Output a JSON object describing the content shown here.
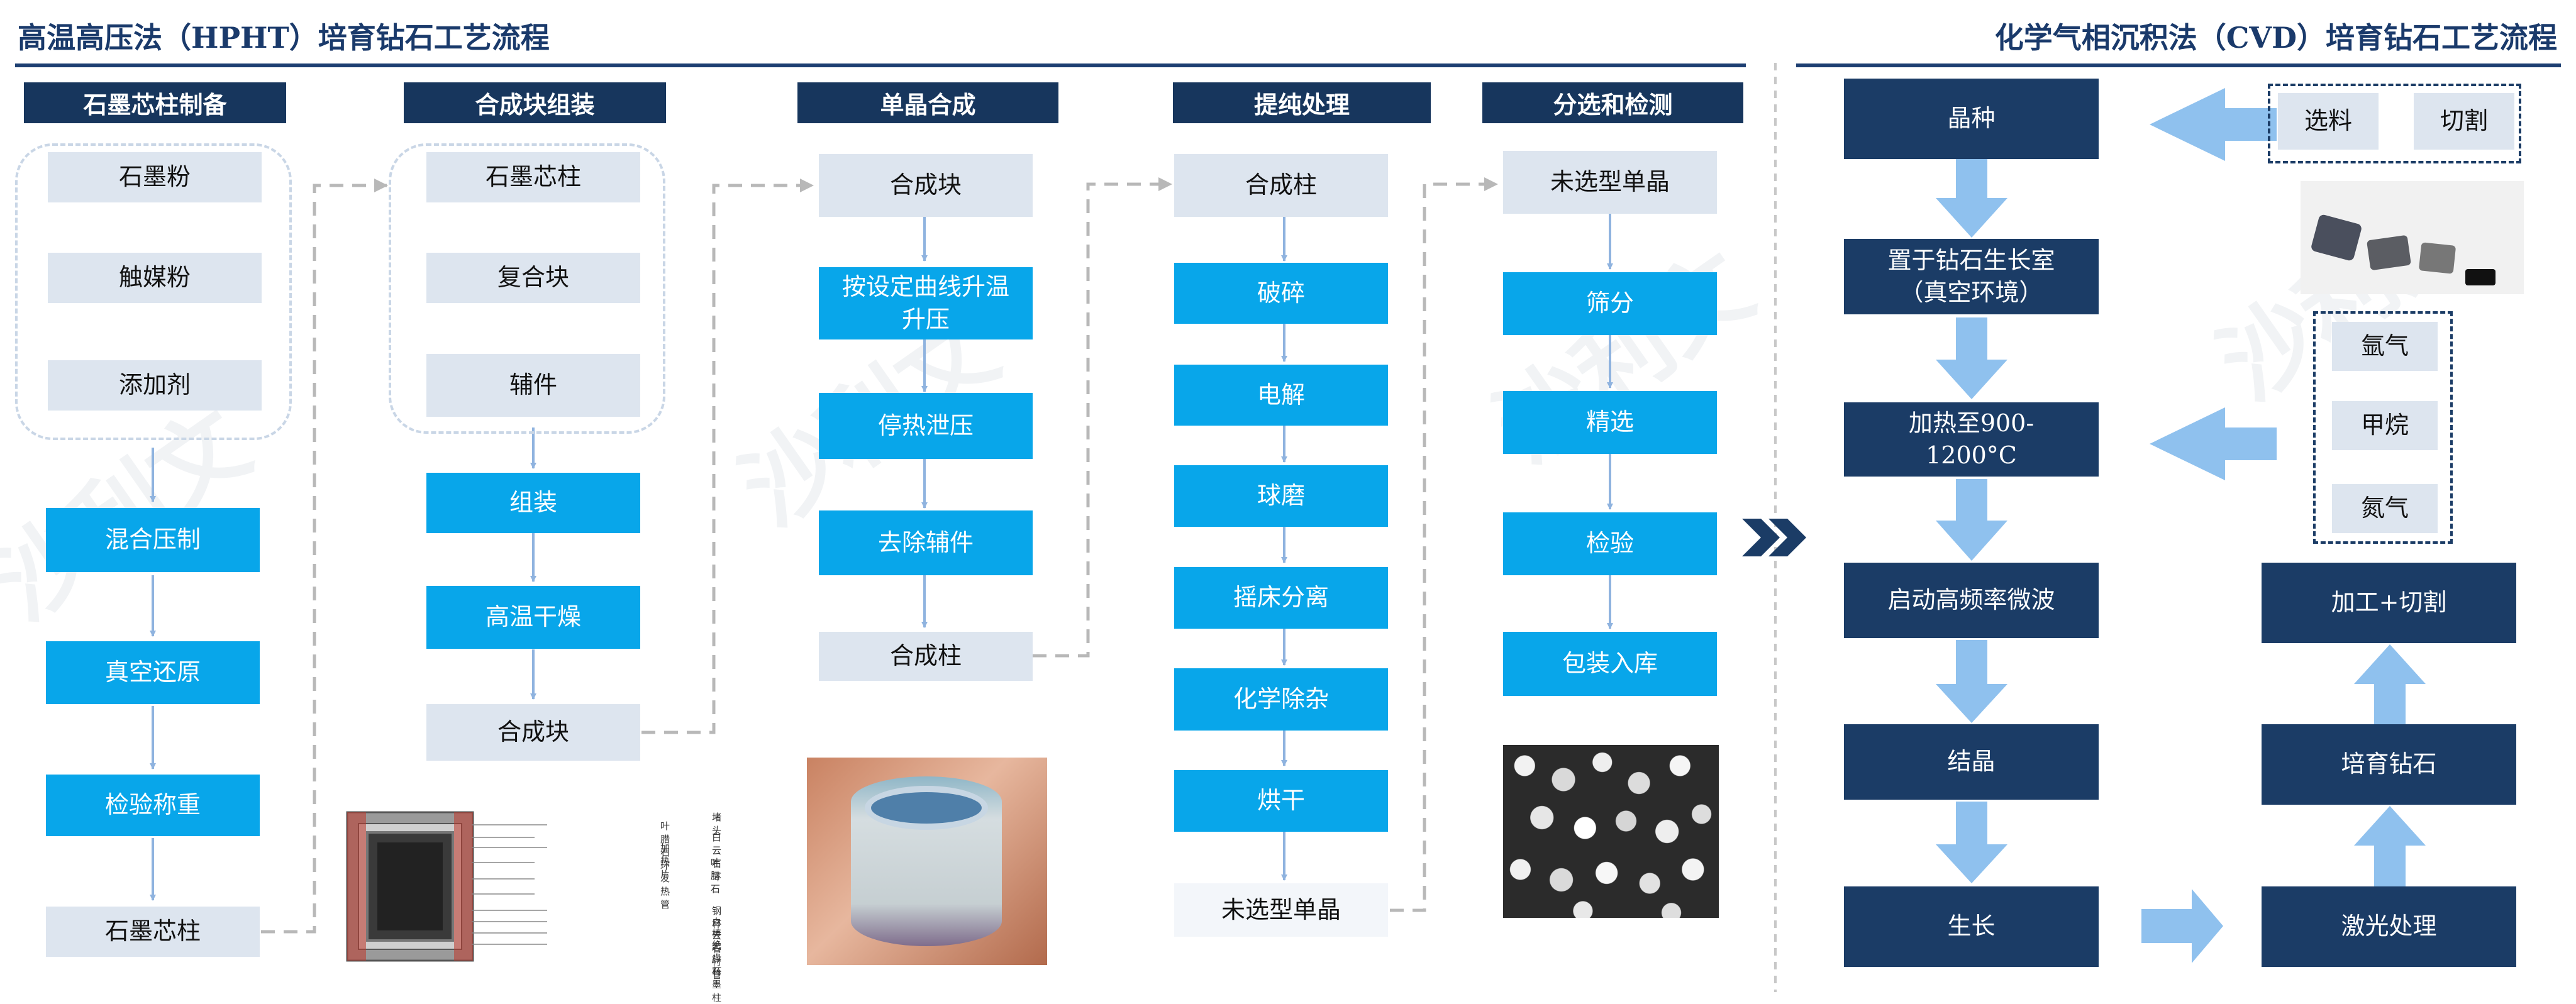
{
  "hpht": {
    "title": "高温高压法（HPHT）培育钻石工艺流程",
    "sections": [
      {
        "header": "石墨芯柱制备",
        "steps": [
          "石墨粉",
          "触媒粉",
          "添加剂",
          "混合压制",
          "真空还原",
          "检验称重",
          "石墨芯柱"
        ]
      },
      {
        "header": "合成块组装",
        "steps": [
          "石墨芯柱",
          "复合块",
          "辅件",
          "组装",
          "高温干燥",
          "合成块"
        ]
      },
      {
        "header": "单晶合成",
        "steps": [
          "合成块",
          "按设定曲线升温升压",
          "停热泄压",
          "去除辅件",
          "合成柱"
        ]
      },
      {
        "header": "提纯处理",
        "steps": [
          "合成柱",
          "破碎",
          "电解",
          "球磨",
          "摇床分离",
          "化学除杂",
          "烘干",
          "未选型单晶"
        ]
      },
      {
        "header": "分选和检测",
        "steps": [
          "未选型单晶",
          "筛分",
          "精选",
          "检验",
          "包装入库"
        ]
      }
    ],
    "diagram_labels": [
      "堵头",
      "叶腊石环",
      "白云石环",
      "加热片",
      "叶腊石",
      "发热管",
      "钢杯",
      "白云石衬管",
      "棒芯 / 石墨柱",
      "绝缘杯"
    ]
  },
  "cvd": {
    "title": "化学气相沉积法（CVD）培育钻石工艺流程",
    "main_steps": [
      "晶种",
      "置于钻石生长室（真空环境）",
      "加热至900-1200°C",
      "启动高频率微波",
      "结晶",
      "生长"
    ],
    "right_steps": [
      "激光处理",
      "培育钻石",
      "加工+切割"
    ],
    "prep": [
      "选料",
      "切割"
    ],
    "gases": [
      "氩气",
      "甲烷",
      "氮气"
    ]
  },
  "colors": {
    "navy": "#17365d",
    "cyan": "#08a6ea",
    "grey": "#dde5ef",
    "arrow": "#8fc1ee"
  },
  "watermark": "沙利文"
}
